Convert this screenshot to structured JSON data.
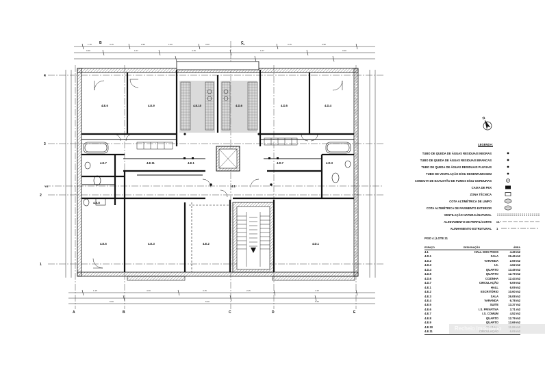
{
  "plan": {
    "spaces": [
      {
        "id": "s1",
        "label": "4.E.6"
      },
      {
        "id": "s2",
        "label": "4.E.9"
      },
      {
        "id": "s3",
        "label": "4.E.10"
      },
      {
        "id": "s4",
        "label": "4.D.6"
      },
      {
        "id": "s5",
        "label": "4.D.5"
      },
      {
        "id": "s6",
        "label": "4.D.4"
      },
      {
        "id": "s7",
        "label": "4.E.7"
      },
      {
        "id": "s8",
        "label": "4.E.11"
      },
      {
        "id": "s9",
        "label": "4.E.1"
      },
      {
        "id": "s10",
        "label": "4.D.7"
      },
      {
        "id": "s11",
        "label": "4.D.3"
      },
      {
        "id": "s12",
        "label": "4.E.8"
      },
      {
        "id": "s13",
        "label": "4.1"
      },
      {
        "id": "s14",
        "label": "4.E.5"
      },
      {
        "id": "s15",
        "label": "4.E.3"
      },
      {
        "id": "s16",
        "label": "4.E.2"
      },
      {
        "id": "s17",
        "label": "4.D.1"
      }
    ],
    "grid_left": [
      "4",
      "3",
      "2",
      "1"
    ],
    "grid_bottom": [
      "A",
      "B",
      "C",
      "D",
      "E"
    ],
    "grid_top": [
      "B",
      "C"
    ],
    "grid_sub": "c1",
    "north_label": "N"
  },
  "legend": {
    "title": "LEGENDA:",
    "items": [
      {
        "label": "TUBO DE QUEDA DE ÁGUAS RESIDUAIS NEGRAS",
        "symbol": "dot"
      },
      {
        "label": "TUBO DE QUEDA DE ÁGUAS RESIDUAIS BRANCAS",
        "symbol": "dot"
      },
      {
        "label": "TUBO DE QUEDA DE ÁGUAS RESIDUAIS PLUVIAIS",
        "symbol": "dot"
      },
      {
        "label": "TUBO DE VENTILAÇÃO E/OU DESENFUMAGEM",
        "symbol": "dot"
      },
      {
        "label": "CONDUTA DE EXAUSTÃO DE FUMOS E/OU GORDURAS",
        "symbol": "circle"
      },
      {
        "label": "CAIXA DE PEX",
        "symbol": "box"
      },
      {
        "label": "ZONA TÉCNICA",
        "symbol": "rect"
      },
      {
        "label": "COTA ALTIMÉTRICA DE LIMPO",
        "symbol": "oval"
      },
      {
        "label": "COTA ALTIMÉTRICA DE PAVIMENTO EXTERIOR",
        "symbol": "oval"
      },
      {
        "label": "VENTILAÇÃO NATURAL/NATURAL",
        "symbol": "double"
      },
      {
        "label": "ALINHAMENTO DE PERFIL/CORTE",
        "symbol": "text",
        "text": "c1"
      },
      {
        "label": "ALINHAMENTO ESTRUTURAL",
        "symbol": "dashdot",
        "text": "1"
      }
    ]
  },
  "areas": {
    "heading": "PISO 4 | LOTE 21",
    "columns": [
      "ESPAÇO",
      "DESIGNAÇÃO",
      "ÁREA"
    ],
    "rows": [
      {
        "id": "4.1",
        "name": "HALL DOS PISOS",
        "area": "4.49 m2"
      },
      {
        "id": "4.D.1",
        "name": "SALA",
        "area": "26.46 m2"
      },
      {
        "id": "4.D.2",
        "name": "VARANDA",
        "area": "2.69 m2"
      },
      {
        "id": "4.D.3",
        "name": "I.S.",
        "area": "4.62 m2"
      },
      {
        "id": "4.D.4",
        "name": "QUARTO",
        "area": "13.49 m2"
      },
      {
        "id": "4.D.5",
        "name": "QUARTO",
        "area": "12.79 m2"
      },
      {
        "id": "4.D.6",
        "name": "COZINHA",
        "area": "12.44 m2"
      },
      {
        "id": "4.D.7",
        "name": "CIRCULAÇÃO",
        "area": "6.09 m2"
      },
      {
        "id": "4.E.1",
        "name": "HALL",
        "area": "6.09 m2"
      },
      {
        "id": "4.E.2",
        "name": "ESCRITÓRIO",
        "area": "10.60 m2"
      },
      {
        "id": "4.E.3",
        "name": "SALA",
        "area": "26.08 m2"
      },
      {
        "id": "4.E.4",
        "name": "VARANDA",
        "area": "6.78 m2"
      },
      {
        "id": "4.E.5",
        "name": "SUITE",
        "area": "13.37 m2"
      },
      {
        "id": "4.E.6",
        "name": "I.S. PRIVATIVA",
        "area": "3.71 m2"
      },
      {
        "id": "4.E.7",
        "name": "I.S. COMUM",
        "area": "4.52 m2"
      },
      {
        "id": "4.E.8",
        "name": "QUARTO",
        "area": "12.79 m2"
      },
      {
        "id": "4.E.9",
        "name": "QUARTO",
        "area": "13.69 m2"
      },
      {
        "id": "4.E.10",
        "name": "COZINHA",
        "area": "11.89 m2"
      },
      {
        "id": "4.E.11",
        "name": "CIRCULAÇÃO",
        "area": "6.09 m2"
      }
    ]
  },
  "watermark": "Recheio Imobiliário"
}
